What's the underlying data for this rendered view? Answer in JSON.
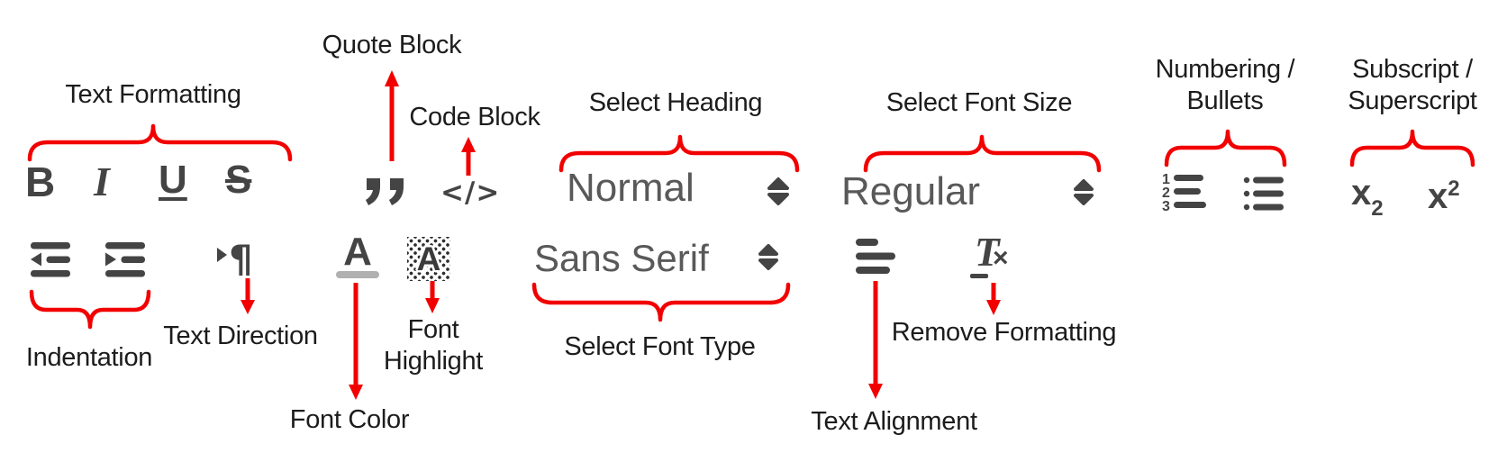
{
  "colors": {
    "annotation_red": "#f20000",
    "icon_gray": "#444444",
    "select_text_gray": "#595959",
    "label_black": "#1c1c1c",
    "font_color_bar_gray": "#b0b0b0",
    "background": "#ffffff"
  },
  "annotations": {
    "text_formatting": "Text Formatting",
    "quote_block": "Quote Block",
    "code_block": "Code Block",
    "select_heading": "Select Heading",
    "select_font_size": "Select Font Size",
    "numbering_bullets_line1": "Numbering /",
    "numbering_bullets_line2": "Bullets",
    "subscript_superscript_line1": "Subscript /",
    "subscript_superscript_line2": "Superscript",
    "indentation": "Indentation",
    "text_direction": "Text Direction",
    "font_color": "Font Color",
    "font_highlight_line1": "Font",
    "font_highlight_line2": "Highlight",
    "select_font_type": "Select Font Type",
    "text_alignment": "Text Alignment",
    "remove_formatting": "Remove Formatting"
  },
  "toolbar": {
    "bold_glyph": "B",
    "italic_glyph": "I",
    "underline_glyph": "U",
    "strikethrough_glyph": "S",
    "code_open": "<",
    "code_slash": "/",
    "code_close": ">",
    "heading_select_value": "Normal",
    "font_size_select_value": "Regular",
    "font_type_select_value": "Sans Serif",
    "ordered_list_digits": [
      "1",
      "2",
      "3"
    ],
    "subscript_base": "x",
    "subscript_script": "2",
    "superscript_base": "x",
    "superscript_script": "2",
    "font_color_letter": "A",
    "font_highlight_letter": "A",
    "text_direction_pilcrow": "¶",
    "clean_letter": "T",
    "clean_cross": "×"
  }
}
